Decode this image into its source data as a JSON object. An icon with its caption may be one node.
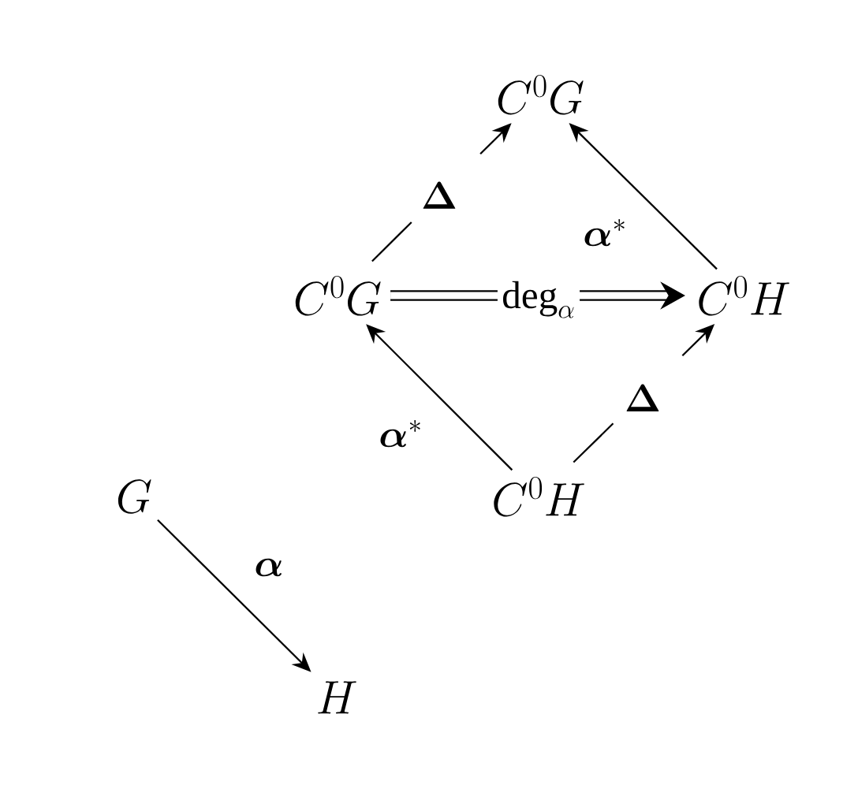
{
  "diagram": {
    "nodes": [
      {
        "text": [
          "C^0G"
        ]
      },
      {
        "text": [
          "C^0G"
        ]
      },
      {
        "text": [
          "C^0H"
        ]
      },
      {
        "text": [
          "C^0H"
        ]
      },
      {
        "text": [
          "G"
        ]
      },
      {
        "text": [
          "H"
        ]
      }
    ],
    "edges": [
      {
        "from": 1,
        "to": 0,
        "arrow": "to",
        "style": "dashed",
        "label": "\\boldsymbol{\\Delta}"
      },
      {
        "from": 2,
        "to": 0,
        "arrow": "to",
        "label": "\\boldsymbol{\\alpha}^*"
      },
      {
        "from": 1,
        "to": 2,
        "arrow": "to",
        "style": "thick",
        "label": "\\deg_{\\alpha}"
      },
      {
        "from": 3,
        "to": 1,
        "arrow": "to",
        "label": "\\boldsymbol{\\alpha}^*"
      },
      {
        "from": 3,
        "to": 2,
        "arrow": "to",
        "style": "dashed",
        "label": "\\boldsymbol{\\Delta}"
      },
      {
        "from": 4,
        "to": 5,
        "arrow": "to",
        "label": "\\boldsymbol{\\alpha}"
      }
    ]
  }
}
